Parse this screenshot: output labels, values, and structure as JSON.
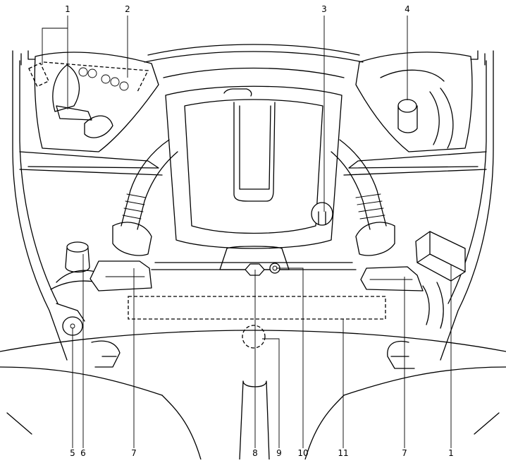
{
  "figure": {
    "colors": {
      "line": "#000000",
      "background": "#ffffff"
    },
    "callouts_top": [
      {
        "id": "top-1",
        "text": "1"
      },
      {
        "id": "top-2",
        "text": "2"
      },
      {
        "id": "top-3",
        "text": "3"
      },
      {
        "id": "top-4",
        "text": "4"
      }
    ],
    "callouts_bottom": [
      {
        "id": "bottom-5",
        "text": "5"
      },
      {
        "id": "bottom-6",
        "text": "6"
      },
      {
        "id": "bottom-7a",
        "text": "7"
      },
      {
        "id": "bottom-8",
        "text": "8"
      },
      {
        "id": "bottom-9",
        "text": "9"
      },
      {
        "id": "bottom-10",
        "text": "10"
      },
      {
        "id": "bottom-11",
        "text": "11"
      },
      {
        "id": "bottom-7b",
        "text": "7"
      },
      {
        "id": "bottom-1",
        "text": "1"
      }
    ]
  }
}
